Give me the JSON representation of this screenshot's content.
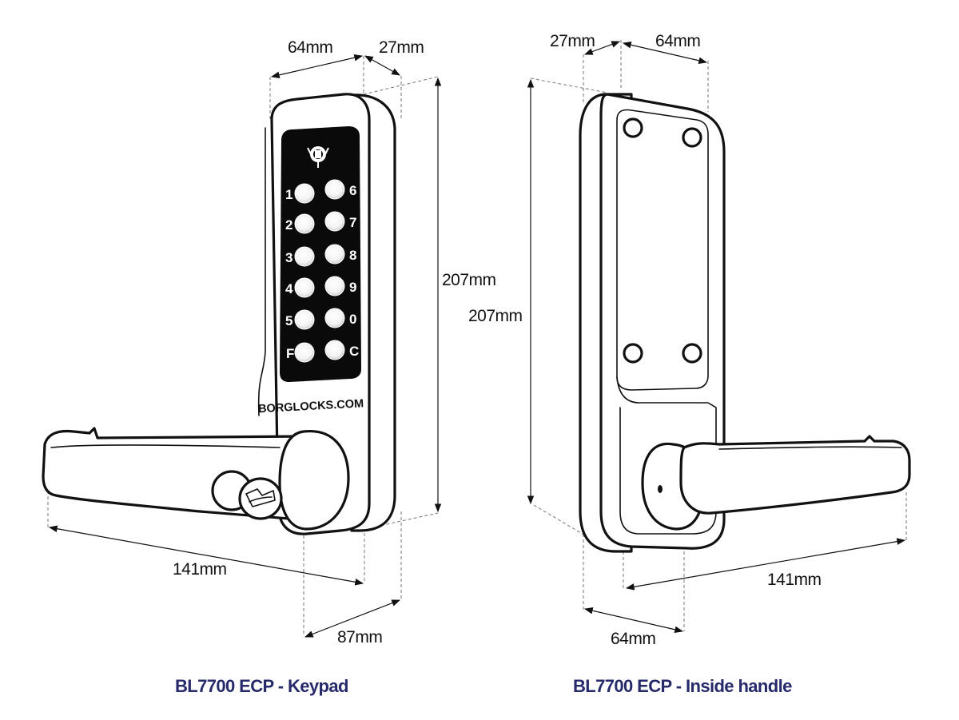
{
  "views": {
    "left": {
      "caption": "BL7700 ECP - Keypad",
      "brand": "BORGLOCKS.COM",
      "keys_left": [
        "1",
        "2",
        "3",
        "4",
        "5",
        "F"
      ],
      "keys_right": [
        "6",
        "7",
        "8",
        "9",
        "0",
        "C"
      ],
      "dims": {
        "width": "64mm",
        "depth": "27mm",
        "height": "207mm",
        "lever": "141mm",
        "projection": "87mm"
      }
    },
    "right": {
      "caption": "BL7700 ECP - Inside handle",
      "dims": {
        "depth": "27mm",
        "width": "64mm",
        "height": "207mm",
        "lever": "141mm",
        "base": "64mm"
      }
    }
  },
  "colors": {
    "caption": "#262a6b",
    "keypad_panel": "#0a0a0a",
    "outline": "#111111"
  }
}
